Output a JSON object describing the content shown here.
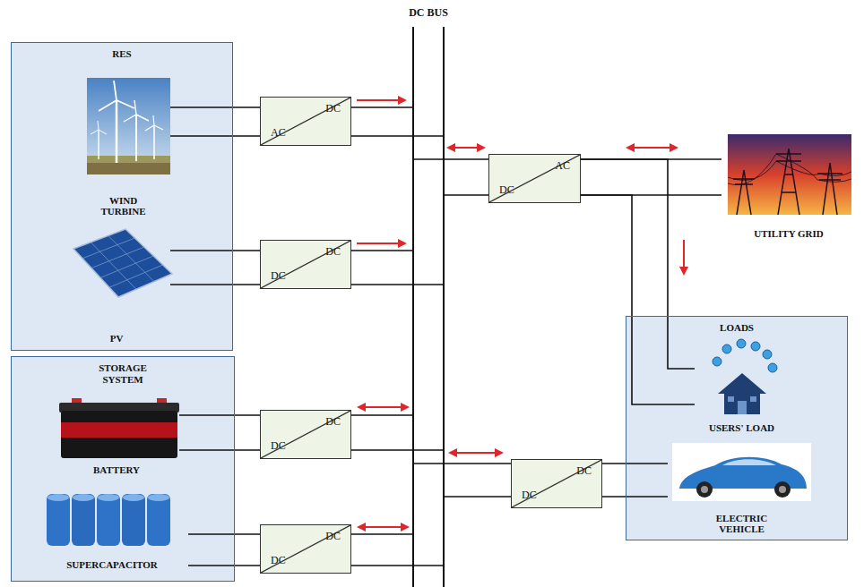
{
  "diagram": {
    "nodes": [
      {
        "text": [
          "RES"
        ]
      },
      {
        "text": [
          "WIND TURBINE"
        ],
        "in": 0
      },
      {
        "text": [
          "PV"
        ],
        "in": 0
      },
      {
        "text": [
          "STORAGE SYSTEM"
        ]
      },
      {
        "text": [
          "BATTERY"
        ],
        "in": 3
      },
      {
        "text": [
          "SUPERCAPACITOR"
        ],
        "in": 3
      },
      {
        "text": [
          "DC",
          "AC"
        ]
      },
      {
        "text": [
          "DC",
          "DC"
        ]
      },
      {
        "text": [
          "DC",
          "DC"
        ]
      },
      {
        "text": [
          "DC",
          "DC"
        ]
      },
      {
        "text": [
          "DC BUS"
        ]
      },
      {
        "text": [
          "AC",
          "DC"
        ]
      },
      {
        "text": [
          "UTILITY GRID"
        ]
      },
      {
        "text": [
          "LOADS"
        ]
      },
      {
        "text": [
          "USERS' LOAD"
        ],
        "in": 13
      },
      {
        "text": [
          "DC",
          "DC"
        ]
      },
      {
        "text": [
          "ELECTRIC VEHICLE"
        ],
        "in": 13
      }
    ],
    "edges": [
      {
        "from": 1,
        "to": 6,
        "arrow": "none"
      },
      {
        "from": 6,
        "to": 10,
        "arrow": "to"
      },
      {
        "from": 2,
        "to": 7,
        "arrow": "none"
      },
      {
        "from": 7,
        "to": 10,
        "arrow": "to"
      },
      {
        "from": 4,
        "to": 8,
        "arrow": "none"
      },
      {
        "from": 8,
        "to": 10,
        "arrow": "both"
      },
      {
        "from": 5,
        "to": 9,
        "arrow": "none"
      },
      {
        "from": 9,
        "to": 10,
        "arrow": "both"
      },
      {
        "from": 10,
        "to": 11,
        "arrow": "both"
      },
      {
        "from": 11,
        "to": 12,
        "arrow": "both"
      },
      {
        "from": 11,
        "to": 14,
        "arrow": "to"
      },
      {
        "from": 10,
        "to": 15,
        "arrow": "both"
      },
      {
        "from": 15,
        "to": 16,
        "arrow": "none"
      }
    ]
  }
}
